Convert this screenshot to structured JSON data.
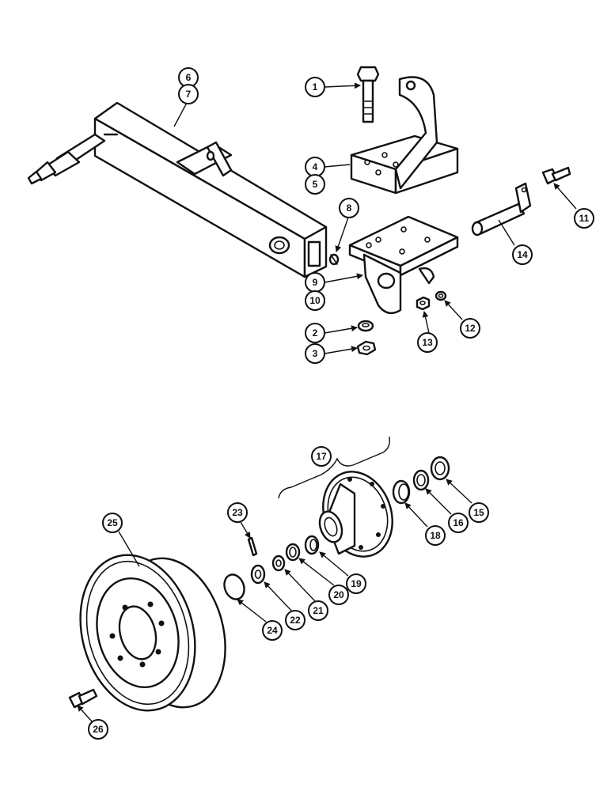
{
  "callouts": {
    "c1": "1",
    "c2": "2",
    "c3": "3",
    "c4": "4",
    "c5": "5",
    "c6": "6",
    "c7": "7",
    "c8": "8",
    "c9": "9",
    "c10": "10",
    "c11": "11",
    "c12": "12",
    "c13": "13",
    "c14": "14",
    "c15": "15",
    "c16": "16",
    "c17a": "17",
    "c17b": "17",
    "c18": "18",
    "c19": "19",
    "c20": "20",
    "c21": "21",
    "c22": "22",
    "c23": "23",
    "c24": "24",
    "c25": "25",
    "c26": "26"
  },
  "colors": {
    "ink": "#111111",
    "paper": "#ffffff"
  }
}
